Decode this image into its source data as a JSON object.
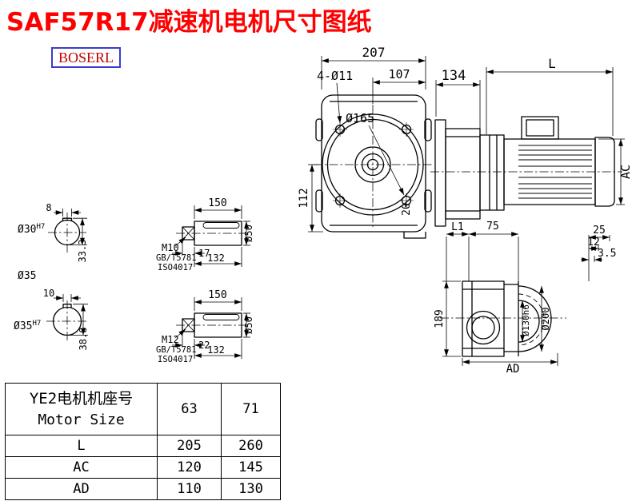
{
  "page": {
    "title": "SAF57R17减速机电机尺寸图纸",
    "logo": "BOSERL"
  },
  "colors": {
    "title_red": "#ff0000",
    "logo_text_red": "#c40000",
    "logo_border_blue": "#3b3bcf",
    "line_black": "#000000"
  },
  "dims": {
    "front_width": "207",
    "front_holes": "4-Ø11",
    "front_inner": "107",
    "front_flange": "Ø165",
    "front_height": "112",
    "front_foot": "20",
    "side_gear_len": "134",
    "side_motor_len": "L",
    "side_motor_ht": "AC",
    "out_l1": "L1",
    "out_75": "75",
    "out_25": "25",
    "out_12": "12",
    "out_35": "3.5",
    "out_189": "189",
    "out_d130": "Ø130h6",
    "out_d200": "Ø200",
    "out_ad": "AD",
    "s1_key_w": "8",
    "s1_bore": "Ø30",
    "s1_bore_tol": "H7",
    "s1_key_h": "33.3",
    "s2_label": "Ø35",
    "s2_key_w": "10",
    "s2_bore": "Ø35",
    "s2_bore_tol": "H7",
    "s2_key_h": "38.8",
    "sh1_len": "150",
    "sh1_thread": "M10",
    "sh1_std1": "GB/T5781",
    "sh1_std2": "ISO4017",
    "sh1_t_len": "17",
    "sh1_body": "132",
    "sh1_dia": "Ø50",
    "sh2_len": "150",
    "sh2_thread": "M12",
    "sh2_std1": "GB/T5781",
    "sh2_std2": "ISO4017",
    "sh2_t_len": "22",
    "sh2_body": "132",
    "sh2_dia": "Ø50"
  },
  "table": {
    "rows": [
      {
        "label_cn": "YE2电机机座号",
        "label_en": "Motor Size",
        "c1": "63",
        "c2": "71"
      },
      {
        "label": "L",
        "c1": "205",
        "c2": "260"
      },
      {
        "label": "AC",
        "c1": "120",
        "c2": "145"
      },
      {
        "label": "AD",
        "c1": "110",
        "c2": "130"
      }
    ]
  }
}
